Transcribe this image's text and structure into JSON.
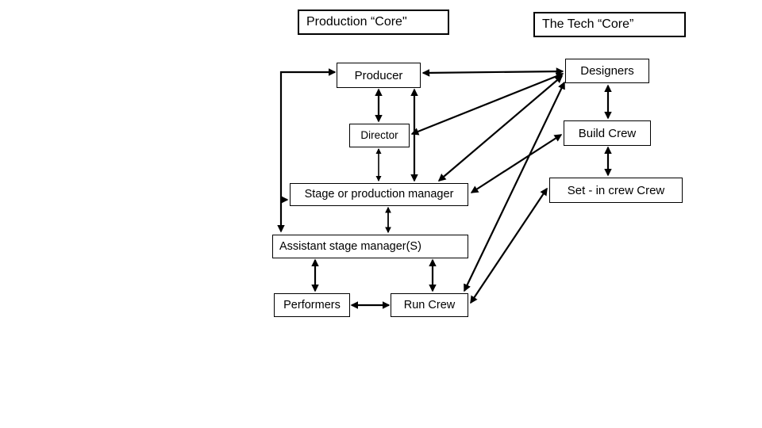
{
  "diagram": {
    "title_boxes": {
      "production_core": "Production “Core\"",
      "tech_core": "The Tech “Core”"
    },
    "nodes": {
      "producer": "Producer",
      "director": "Director",
      "stage_manager": "Stage or production manager",
      "assistant_stage_manager": "Assistant stage manager(S)",
      "performers": "Performers",
      "run_crew": "Run Crew",
      "designers": "Designers",
      "build_crew": "Build Crew",
      "set_in_crew": "Set - in crew Crew"
    },
    "edges": [
      {
        "from": "producer",
        "to": "director",
        "direction": "both"
      },
      {
        "from": "producer",
        "to": "stage_manager",
        "direction": "both"
      },
      {
        "from": "director",
        "to": "stage_manager",
        "direction": "both"
      },
      {
        "from": "stage_manager",
        "to": "assistant_stage_manager",
        "direction": "both"
      },
      {
        "from": "assistant_stage_manager",
        "to": "performers",
        "direction": "both"
      },
      {
        "from": "assistant_stage_manager",
        "to": "run_crew",
        "direction": "both"
      },
      {
        "from": "performers",
        "to": "run_crew",
        "direction": "both"
      },
      {
        "from": "designers",
        "to": "build_crew",
        "direction": "both"
      },
      {
        "from": "build_crew",
        "to": "set_in_crew",
        "direction": "both"
      },
      {
        "from": "producer",
        "to": "designers",
        "direction": "both"
      },
      {
        "from": "director",
        "to": "designers",
        "direction": "both"
      },
      {
        "from": "stage_manager",
        "to": "designers",
        "direction": "both"
      },
      {
        "from": "run_crew",
        "to": "designers",
        "direction": "both"
      },
      {
        "from": "stage_manager",
        "to": "build_crew",
        "direction": "both"
      },
      {
        "from": "run_crew",
        "to": "set_in_crew",
        "direction": "both"
      },
      {
        "name": "left_rail",
        "connects": [
          "producer",
          "stage_manager",
          "assistant_stage_manager"
        ],
        "direction": "into-all"
      }
    ],
    "colors": {
      "background": "#ffffff",
      "line": "#000000",
      "text": "#000000",
      "box_fill": "#ffffff",
      "box_border": "#000000"
    }
  }
}
